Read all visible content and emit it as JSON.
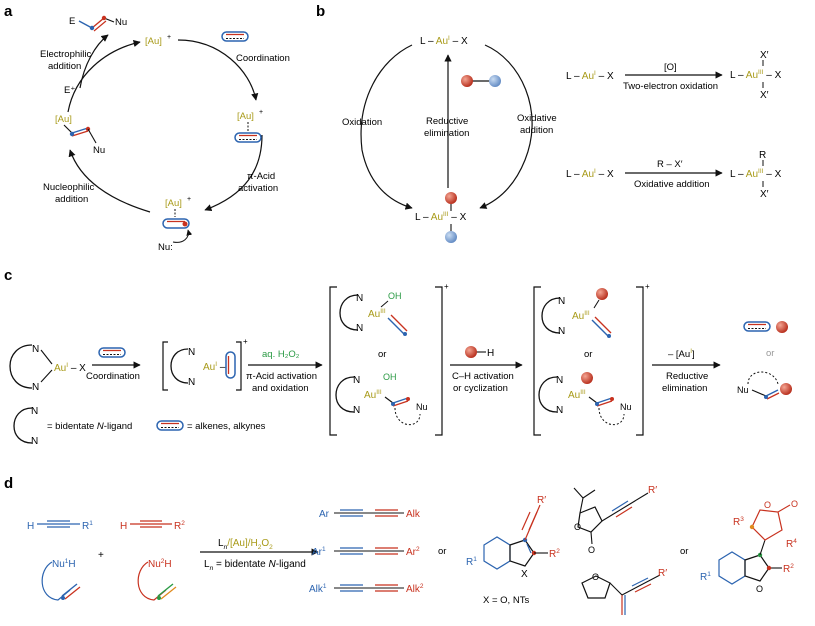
{
  "panels": {
    "a": {
      "letter": "a",
      "au_plus": "[Au]",
      "plus": "+",
      "E": "E",
      "Nu": "Nu",
      "E_plus": "E⁺",
      "coordination": "Coordination",
      "electrophilic_1": "Electrophilic",
      "electrophilic_2": "addition",
      "pi_acid_1": "π-Acid",
      "pi_acid_2": "activation",
      "nucleophilic_1": "Nucleophilic",
      "nucleophilic_2": "addition",
      "au_bracket": "[Au]",
      "nu_colon": "Nu:"
    },
    "b": {
      "letter": "b",
      "L": "L",
      "Au": "Au",
      "X": "X",
      "Xp": "X′",
      "R": "R",
      "I": "I",
      "III": "III",
      "oxidation": "Oxidation",
      "oxidative_addition_1": "Oxidative",
      "oxidative_addition_2": "addition",
      "reductive_1": "Reductive",
      "reductive_2": "elimination",
      "O": "[O]",
      "two_electron": "Two-electron oxidation",
      "RX": "R – X′",
      "oxidative_addition": "Oxidative addition"
    },
    "c": {
      "letter": "c",
      "N": "N",
      "Au": "Au",
      "X": "X",
      "OH": "OH",
      "H": "H",
      "Nu": "Nu",
      "I": "I",
      "III": "III",
      "coordination": "Coordination",
      "aq_h2o2": "aq. H₂O₂",
      "pi_acid_act": "π-Acid activation",
      "and_oxidation": "and oxidation",
      "ch_activation": "C–H activation",
      "or_cyclization": "or cyclization",
      "minus_au": "– [Au",
      "minus_au_close": "]",
      "reductive": "Reductive",
      "elimination": "elimination",
      "or": "or",
      "plus": "+",
      "bidentate_pre": "= bidentate ",
      "bidentate_n": "N",
      "bidentate_post": "-ligand",
      "alkenes": "= alkenes, alkynes"
    },
    "d": {
      "letter": "d",
      "H": "H",
      "R": "R",
      "sup1": "1",
      "sup2": "2",
      "Nu1H": "Nu",
      "Nu2H": "Nu",
      "plus": "+",
      "cond_1a": "L",
      "cond_n": "n",
      "cond_1b": "/[Au]/H",
      "cond_1c": "O",
      "cond_2a": "L",
      "cond_2b": " = bidentate ",
      "cond_2c": "N",
      "cond_2d": "-ligand",
      "Ar": "Ar",
      "Alk": "Alk",
      "or": "or",
      "Rp": "R′",
      "X": "X",
      "O": "O",
      "x_eq": "X = O, NTs",
      "R3": "R",
      "R4": "R",
      "sup3": "3",
      "sup4": "4"
    }
  },
  "colors": {
    "blue": "#2c64b0",
    "red": "#c8321f",
    "gold": "#a89a18",
    "green": "#2a9a44",
    "orange": "#e08a1e"
  }
}
